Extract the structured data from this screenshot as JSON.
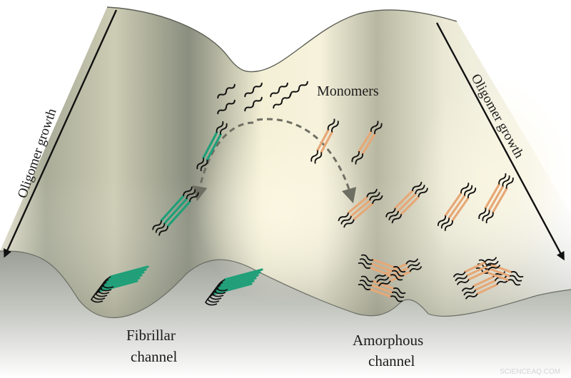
{
  "labels": {
    "monomers": "Monomers",
    "oligomer_growth_left": "Oligomer growth",
    "oligomer_growth_right": "Oligomer growth",
    "fibrillar_line1": "Fibrillar",
    "fibrillar_line2": "channel",
    "amorphous_line1": "Amorphous",
    "amorphous_line2": "channel"
  },
  "watermark": "SCIENCEAQ.COM",
  "colors": {
    "fibrillar": "#1f9f78",
    "amorphous": "#e6a877",
    "surface_light": "#f3efd9",
    "surface_dark": "#8e9282",
    "base": "#b4b7b0",
    "arrow": "#6e6e62",
    "chain": "#111111"
  }
}
